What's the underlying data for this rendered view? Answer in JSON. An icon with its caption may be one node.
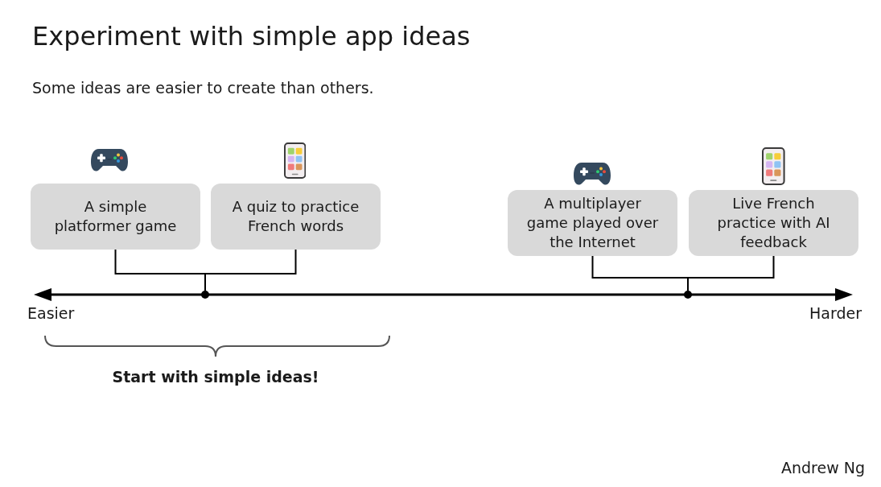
{
  "diagram": {
    "title": "Experiment with simple app ideas",
    "nodes": [
      {
        "text": [
          "A simple platformer game"
        ]
      },
      {
        "text": [
          "A quiz to practice French words"
        ]
      },
      {
        "text": [
          "A multiplayer game played over the Internet"
        ]
      },
      {
        "text": [
          "Live French practice with AI feedback"
        ]
      },
      {
        "text": [],
        "shape": "circle"
      },
      {
        "text": [],
        "shape": "circle"
      }
    ],
    "edges": [
      {
        "from": 0,
        "to": 4,
        "arrow": "none"
      },
      {
        "from": 1,
        "to": 4,
        "arrow": "none"
      },
      {
        "from": 2,
        "to": 5,
        "arrow": "none"
      },
      {
        "from": 3,
        "to": 5,
        "arrow": "none"
      }
    ],
    "labels": [
      "Some ideas are easier to create than others.",
      "Easier",
      "Harder",
      "Start with simple ideas!",
      "Andrew Ng"
    ]
  }
}
